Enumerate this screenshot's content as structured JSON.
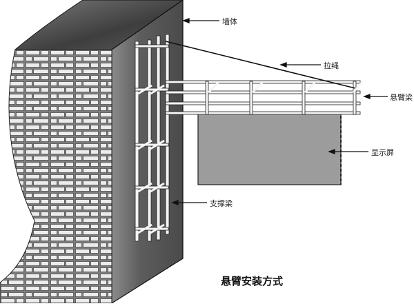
{
  "diagram": {
    "title": "悬臂安装方式",
    "labels": {
      "wall": "墙体",
      "rope": "拉绳",
      "cantilever_beam": "悬臂梁",
      "screen": "显示屏",
      "support_beam": "支撑梁"
    },
    "colors": {
      "wall_face": "#6e6e6e",
      "wall_top": "#555555",
      "brick_bg": "#9a9a9a",
      "brick": "#e8e8e8",
      "screen": "#9c9c9c",
      "frame": "#f4f4f4",
      "stroke": "#1a1a1a"
    }
  }
}
